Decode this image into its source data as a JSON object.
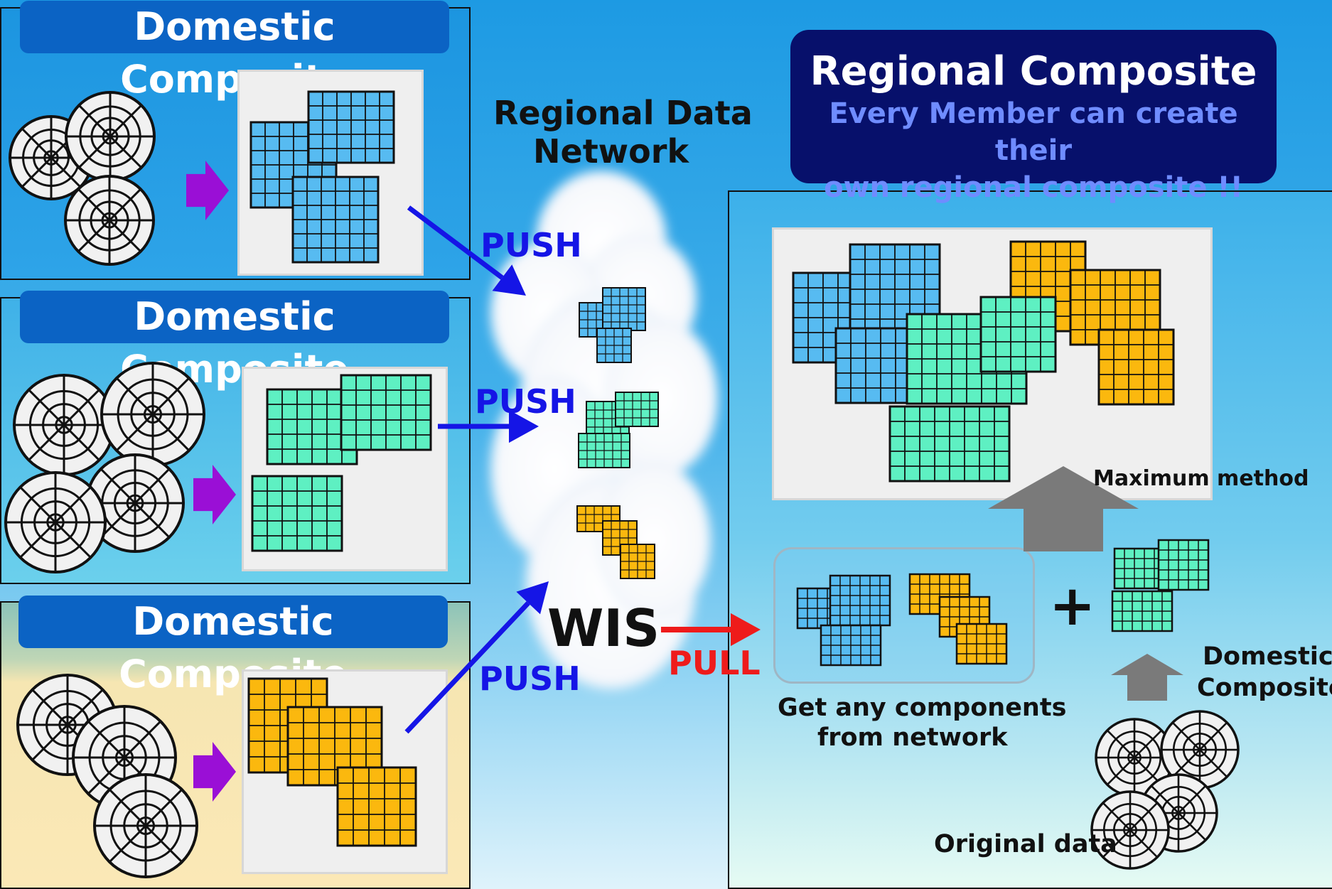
{
  "domestic_panels": [
    {
      "title": "Domestic Composite",
      "color": "#57bbf1"
    },
    {
      "title": "Domestic Composite",
      "color": "#5ef0c2"
    },
    {
      "title": "Domestic Composite",
      "color": "#fbb80e"
    }
  ],
  "network": {
    "title_line1": "Regional Data",
    "title_line2": "Network",
    "wis_label": "WIS"
  },
  "arrows": {
    "push1": "PUSH",
    "push2": "PUSH",
    "push3": "PUSH",
    "pull": "PULL"
  },
  "regional": {
    "title": "Regional Composite",
    "subtitle_line1": "Every Member can create their",
    "subtitle_line2": "own regional composite !!",
    "maximum_method": "Maximum method",
    "components_line1": "Get any components",
    "components_line2": "from network",
    "plus": "+",
    "domestic_line1": "Domestic",
    "domestic_line2": "Composite",
    "original_data": "Original data"
  },
  "colors": {
    "arrow_push": "#1515e6",
    "arrow_pull": "#ee1b1b",
    "arrow_purple": "#9a0fd6",
    "arrow_gray": "#7a7a7a"
  }
}
